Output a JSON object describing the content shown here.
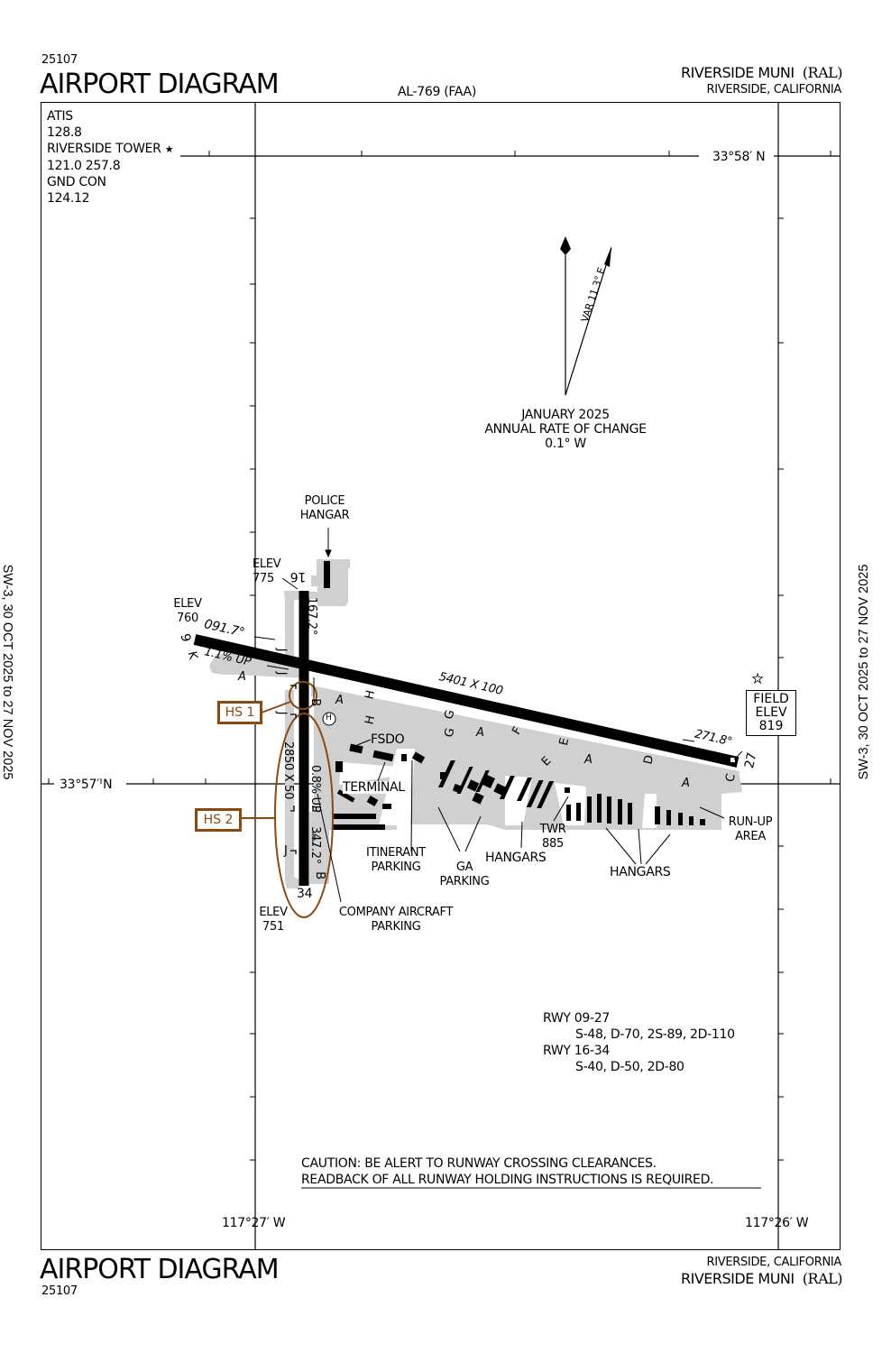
{
  "header": {
    "procedure_number": "25107",
    "title": "AIRPORT DIAGRAM",
    "chart_id": "AL-769 (FAA)",
    "airport_name": "RIVERSIDE MUNI",
    "airport_id": "(RAL)",
    "location": "RIVERSIDE, CALIFORNIA"
  },
  "footer": {
    "title": "AIRPORT DIAGRAM",
    "procedure_number": "25107",
    "location": "RIVERSIDE, CALIFORNIA",
    "airport_name": "RIVERSIDE MUNI",
    "airport_id": "(RAL)"
  },
  "side_margin": {
    "left": "SW-3,  30 OCT 2025  to  27 NOV 2025",
    "right": "SW-3,  30 OCT 2025  to  27 NOV 2025"
  },
  "frequencies": [
    {
      "name": "ATIS",
      "value": "128.8"
    },
    {
      "name": "RIVERSIDE TOWER",
      "value": "121.0  257.8",
      "icon": "star-icon"
    },
    {
      "name": "GND CON",
      "value": "124.12"
    }
  ],
  "tower_star": "★",
  "coordinates": {
    "lat_top": "33°58′ N",
    "lat_mid": "33°57′ N",
    "lon_left": "117°27′ W",
    "lon_right": "117°26′ W"
  },
  "magnetic_variation": {
    "var_label": "VAR 11.3° E",
    "date": "JANUARY 2025",
    "rate_label": "ANNUAL RATE OF CHANGE",
    "rate": "0.1° W"
  },
  "runways": [
    {
      "id": "09-27",
      "dimensions": "5401 X 100",
      "end_a": {
        "number": "9",
        "elev_label": "ELEV",
        "elev": "760",
        "heading": "091.7°",
        "gradient": "1.1% UP"
      },
      "end_b": {
        "number": "27",
        "heading": "271.8°"
      }
    },
    {
      "id": "16-34",
      "dimensions": "2850 X 50",
      "end_a": {
        "number": "16",
        "elev_label": "ELEV",
        "elev": "775",
        "heading": "167.2°"
      },
      "end_b": {
        "number": "34",
        "elev_label": "ELEV",
        "elev": "751",
        "heading": "347.2°",
        "gradient": "0.8% UP"
      }
    }
  ],
  "field_elevation": {
    "line1": "FIELD",
    "line2": "ELEV",
    "value": "819"
  },
  "hot_spots": [
    {
      "label": "HS 1"
    },
    {
      "label": "HS 2"
    }
  ],
  "hot_spot_color": "#8a4a0f",
  "pavement_color": "#d0d0d0",
  "taxiways": [
    "A",
    "B",
    "C",
    "D",
    "E",
    "F",
    "G",
    "H",
    "J",
    "K"
  ],
  "labels": {
    "police_hangar": [
      "POLICE",
      "HANGAR"
    ],
    "fsdo": "FSDO",
    "terminal": "TERMINAL",
    "itinerant_parking": [
      "ITINERANT",
      "PARKING"
    ],
    "ga_parking": [
      "GA",
      "PARKING"
    ],
    "hangars_1": "HANGARS",
    "hangars_2": "HANGARS",
    "twr": [
      "TWR",
      "885"
    ],
    "run_up_area": [
      "RUN-UP",
      "AREA"
    ],
    "company_parking": [
      "COMPANY AIRCRAFT",
      "PARKING"
    ],
    "heliport": "H"
  },
  "strength": [
    {
      "runway": "RWY 09-27",
      "values": "S-48, D-70, 2S-89, 2D-110"
    },
    {
      "runway": "RWY 16-34",
      "values": "S-40, D-50, 2D-80"
    }
  ],
  "caution": {
    "line1": "CAUTION: BE ALERT TO RUNWAY CROSSING CLEARANCES.",
    "line2": "READBACK OF ALL RUNWAY HOLDING INSTRUCTIONS IS REQUIRED."
  }
}
